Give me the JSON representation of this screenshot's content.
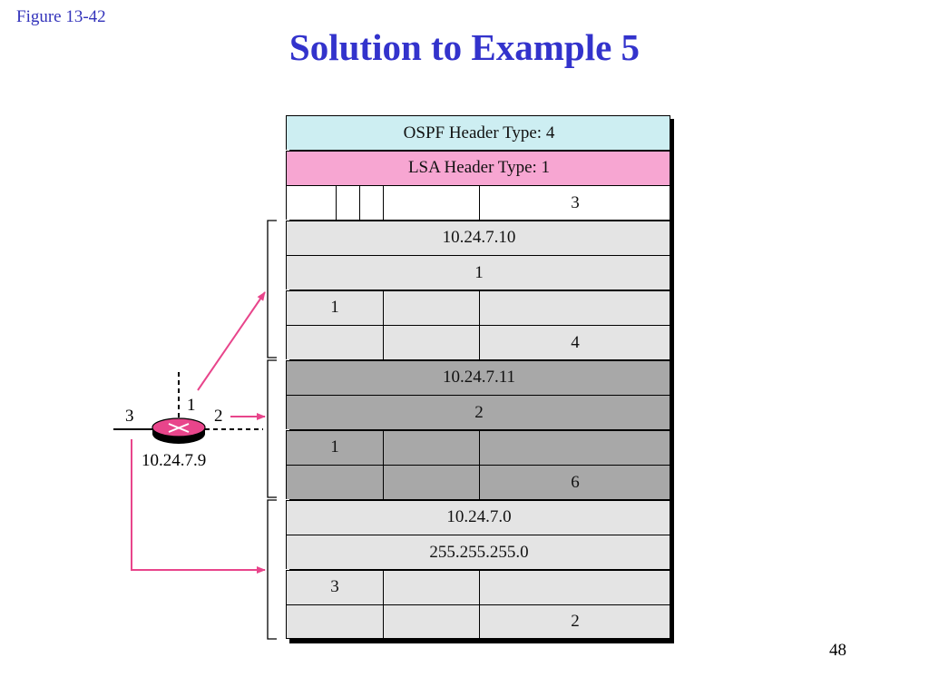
{
  "figure_label": "Figure  13-42",
  "title": "Solution to Example 5",
  "page_number": "48",
  "colors": {
    "title": "#3333cc",
    "ospf_header": "#cdeef2",
    "lsa_header": "#f7a6d2",
    "light_row": "#e4e4e4",
    "dark_row": "#a8a8a8",
    "arrow": "#e8458b",
    "router": "#e8458b"
  },
  "router": {
    "label": "10.24.7.9",
    "port_1": "1",
    "port_2": "2",
    "port_3": "3"
  },
  "packet": {
    "ospf_header": "OSPF Header    Type: 4",
    "lsa_header": "LSA Header    Type: 1",
    "link_count": "3",
    "link_1": {
      "id": "10.24.7.10",
      "data": "1",
      "type": "1",
      "metric": "4"
    },
    "link_2": {
      "id": "10.24.7.11",
      "data": "2",
      "type": "1",
      "metric": "6"
    },
    "link_3": {
      "id": "10.24.7.0",
      "data": "255.255.255.0",
      "type": "3",
      "metric": "2"
    }
  }
}
